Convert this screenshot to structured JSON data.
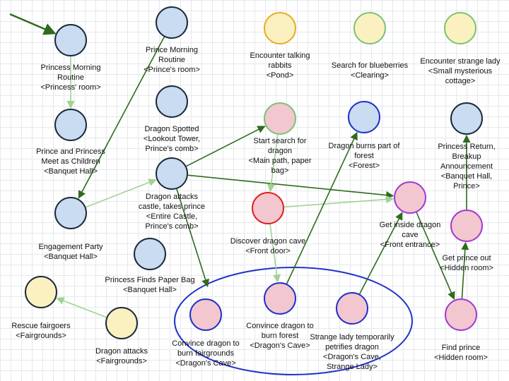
{
  "colors": {
    "blue_fill": "#c9dcf1",
    "pink_fill": "#f3c7cf",
    "cream_fill": "#fbf1c0",
    "green_stroke": "#7fc275",
    "purple_stroke": "#a23ad6",
    "blue_stroke": "#2231c8",
    "yellow_stroke": "#e6ad2e",
    "dark_green_edge": "#2e6b1d",
    "light_green_edge": "#9fd394"
  },
  "nodes": [
    {
      "id": "princess-morning",
      "label": "Princess Morning\nRoutine\n<Princess' room>",
      "fill": "blue",
      "stroke": "dark"
    },
    {
      "id": "prince-morning",
      "label": "Prince Morning\nRoutine\n<Prince's room>",
      "fill": "blue",
      "stroke": "dark"
    },
    {
      "id": "talking-rabbits",
      "label": "Encounter talking\nrabbits\n<Pond>",
      "fill": "cream",
      "stroke": "yellow"
    },
    {
      "id": "blueberries",
      "label": "Search for blueberries\n<Clearing>",
      "fill": "cream",
      "stroke": "green"
    },
    {
      "id": "strange-lady",
      "label": "Encounter strange lady\n<Small mysterious\ncottage>",
      "fill": "cream",
      "stroke": "green"
    },
    {
      "id": "prince-princess-meet",
      "label": "Prince and Princess\nMeet as Children\n<Banquet Hall>",
      "fill": "blue",
      "stroke": "dark"
    },
    {
      "id": "dragon-spotted",
      "label": "Dragon Spotted\n<Lookout Tower,\nPrince's comb>",
      "fill": "blue",
      "stroke": "dark"
    },
    {
      "id": "start-search",
      "label": "Start search for\ndragon\n<Main path, paper\nbag>",
      "fill": "pink",
      "stroke": "green"
    },
    {
      "id": "dragon-burns-forest",
      "label": "Dragon burns part of\nforest\n<Forest>",
      "fill": "blue",
      "stroke": "blue"
    },
    {
      "id": "princess-return",
      "label": "Princess Return,\nBreakup\nAnnouncement\n<Banquet Hall,\nPrince>",
      "fill": "blue",
      "stroke": "dark"
    },
    {
      "id": "dragon-attacks-castle",
      "label": "Dragon attacks\ncastle, takes prince\n<Entire Castle,\nPrince's comb>",
      "fill": "blue",
      "stroke": "dark"
    },
    {
      "id": "engagement-party",
      "label": "Engagement Party\n<Banquet Hall>",
      "fill": "blue",
      "stroke": "dark"
    },
    {
      "id": "discover-cave",
      "label": "Discover dragon cave\n<Front door>",
      "fill": "pink",
      "stroke": "red"
    },
    {
      "id": "get-inside-cave",
      "label": "Get inside dragon\ncave\n<Front entrance>",
      "fill": "pink",
      "stroke": "purple"
    },
    {
      "id": "get-prince-out",
      "label": "Get prince out\n<Hidden room>",
      "fill": "pink",
      "stroke": "purple"
    },
    {
      "id": "paper-bag",
      "label": "Princess Finds Paper Bag\n<Banquet Hall>",
      "fill": "blue",
      "stroke": "dark"
    },
    {
      "id": "rescue-fairgoers",
      "label": "Rescue fairgoers\n<Fairgrounds>",
      "fill": "cream",
      "stroke": "dark"
    },
    {
      "id": "dragon-attacks-fair",
      "label": "Dragon attacks\n<Fairgrounds>",
      "fill": "cream",
      "stroke": "dark"
    },
    {
      "id": "burn-fairgrounds",
      "label": "Convince dragon to\nburn fairgrounds\n<Dragon's Cave>",
      "fill": "pink",
      "stroke": "blue"
    },
    {
      "id": "burn-forest",
      "label": "Convince dragon to\nburn forest\n<Dragon's Cave>",
      "fill": "pink",
      "stroke": "blue"
    },
    {
      "id": "petrifies-dragon",
      "label": "Strange lady temporarily\npetrifies dragon\n<Dragon's Cave,\nStrange Lady>",
      "fill": "pink",
      "stroke": "blue"
    },
    {
      "id": "find-prince",
      "label": "Find prince\n<Hidden room>",
      "fill": "pink",
      "stroke": "purple"
    }
  ],
  "edges": [
    {
      "from": "entry",
      "to": "princess-morning",
      "style": "dark"
    },
    {
      "from": "princess-morning",
      "to": "prince-princess-meet",
      "style": "light"
    },
    {
      "from": "prince-morning",
      "to": "engagement-party",
      "style": "dark"
    },
    {
      "from": "engagement-party",
      "to": "dragon-attacks-castle",
      "style": "light"
    },
    {
      "from": "dragon-attacks-castle",
      "to": "start-search",
      "style": "dark"
    },
    {
      "from": "dragon-attacks-castle",
      "to": "get-inside-cave",
      "style": "dark"
    },
    {
      "from": "dragon-attacks-castle",
      "to": "cave-group",
      "style": "dark"
    },
    {
      "from": "start-search",
      "to": "discover-cave",
      "style": "light"
    },
    {
      "from": "discover-cave",
      "to": "get-inside-cave",
      "style": "light"
    },
    {
      "from": "discover-cave",
      "to": "burn-forest",
      "style": "light"
    },
    {
      "from": "burn-forest",
      "to": "dragon-burns-forest",
      "style": "dark"
    },
    {
      "from": "petrifies-dragon",
      "to": "get-inside-cave",
      "style": "dark"
    },
    {
      "from": "get-inside-cave",
      "to": "find-prince",
      "style": "dark"
    },
    {
      "from": "find-prince",
      "to": "get-prince-out",
      "style": "dark"
    },
    {
      "from": "get-prince-out",
      "to": "princess-return",
      "style": "dark"
    },
    {
      "from": "dragon-attacks-fair",
      "to": "rescue-fairgoers",
      "style": "light"
    }
  ]
}
